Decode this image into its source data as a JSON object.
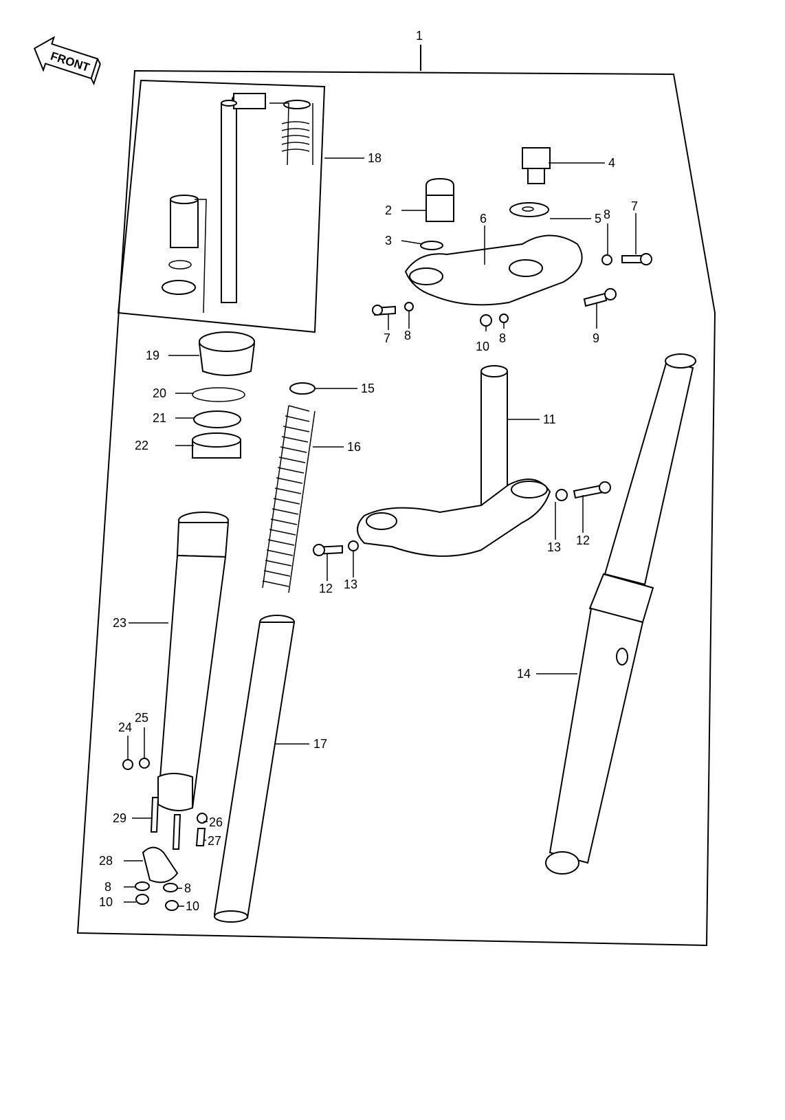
{
  "front_badge": {
    "text": "FRONT"
  },
  "callouts": {
    "c1": "1",
    "c2": "2",
    "c3": "3",
    "c4": "4",
    "c5": "5",
    "c6": "6",
    "c7a": "7",
    "c7b": "7",
    "c8a": "8",
    "c8b": "8",
    "c8c": "8",
    "c8d": "8",
    "c8e": "8",
    "c9": "9",
    "c10a": "10",
    "c10b": "10",
    "c10c": "10",
    "c11": "11",
    "c12a": "12",
    "c12b": "12",
    "c13a": "13",
    "c13b": "13",
    "c14": "14",
    "c15": "15",
    "c16": "16",
    "c17": "17",
    "c18": "18",
    "c19": "19",
    "c20": "20",
    "c21": "21",
    "c22": "22",
    "c23": "23",
    "c24": "24",
    "c25": "25",
    "c26": "26",
    "c27": "27",
    "c28": "28",
    "c29": "29"
  }
}
